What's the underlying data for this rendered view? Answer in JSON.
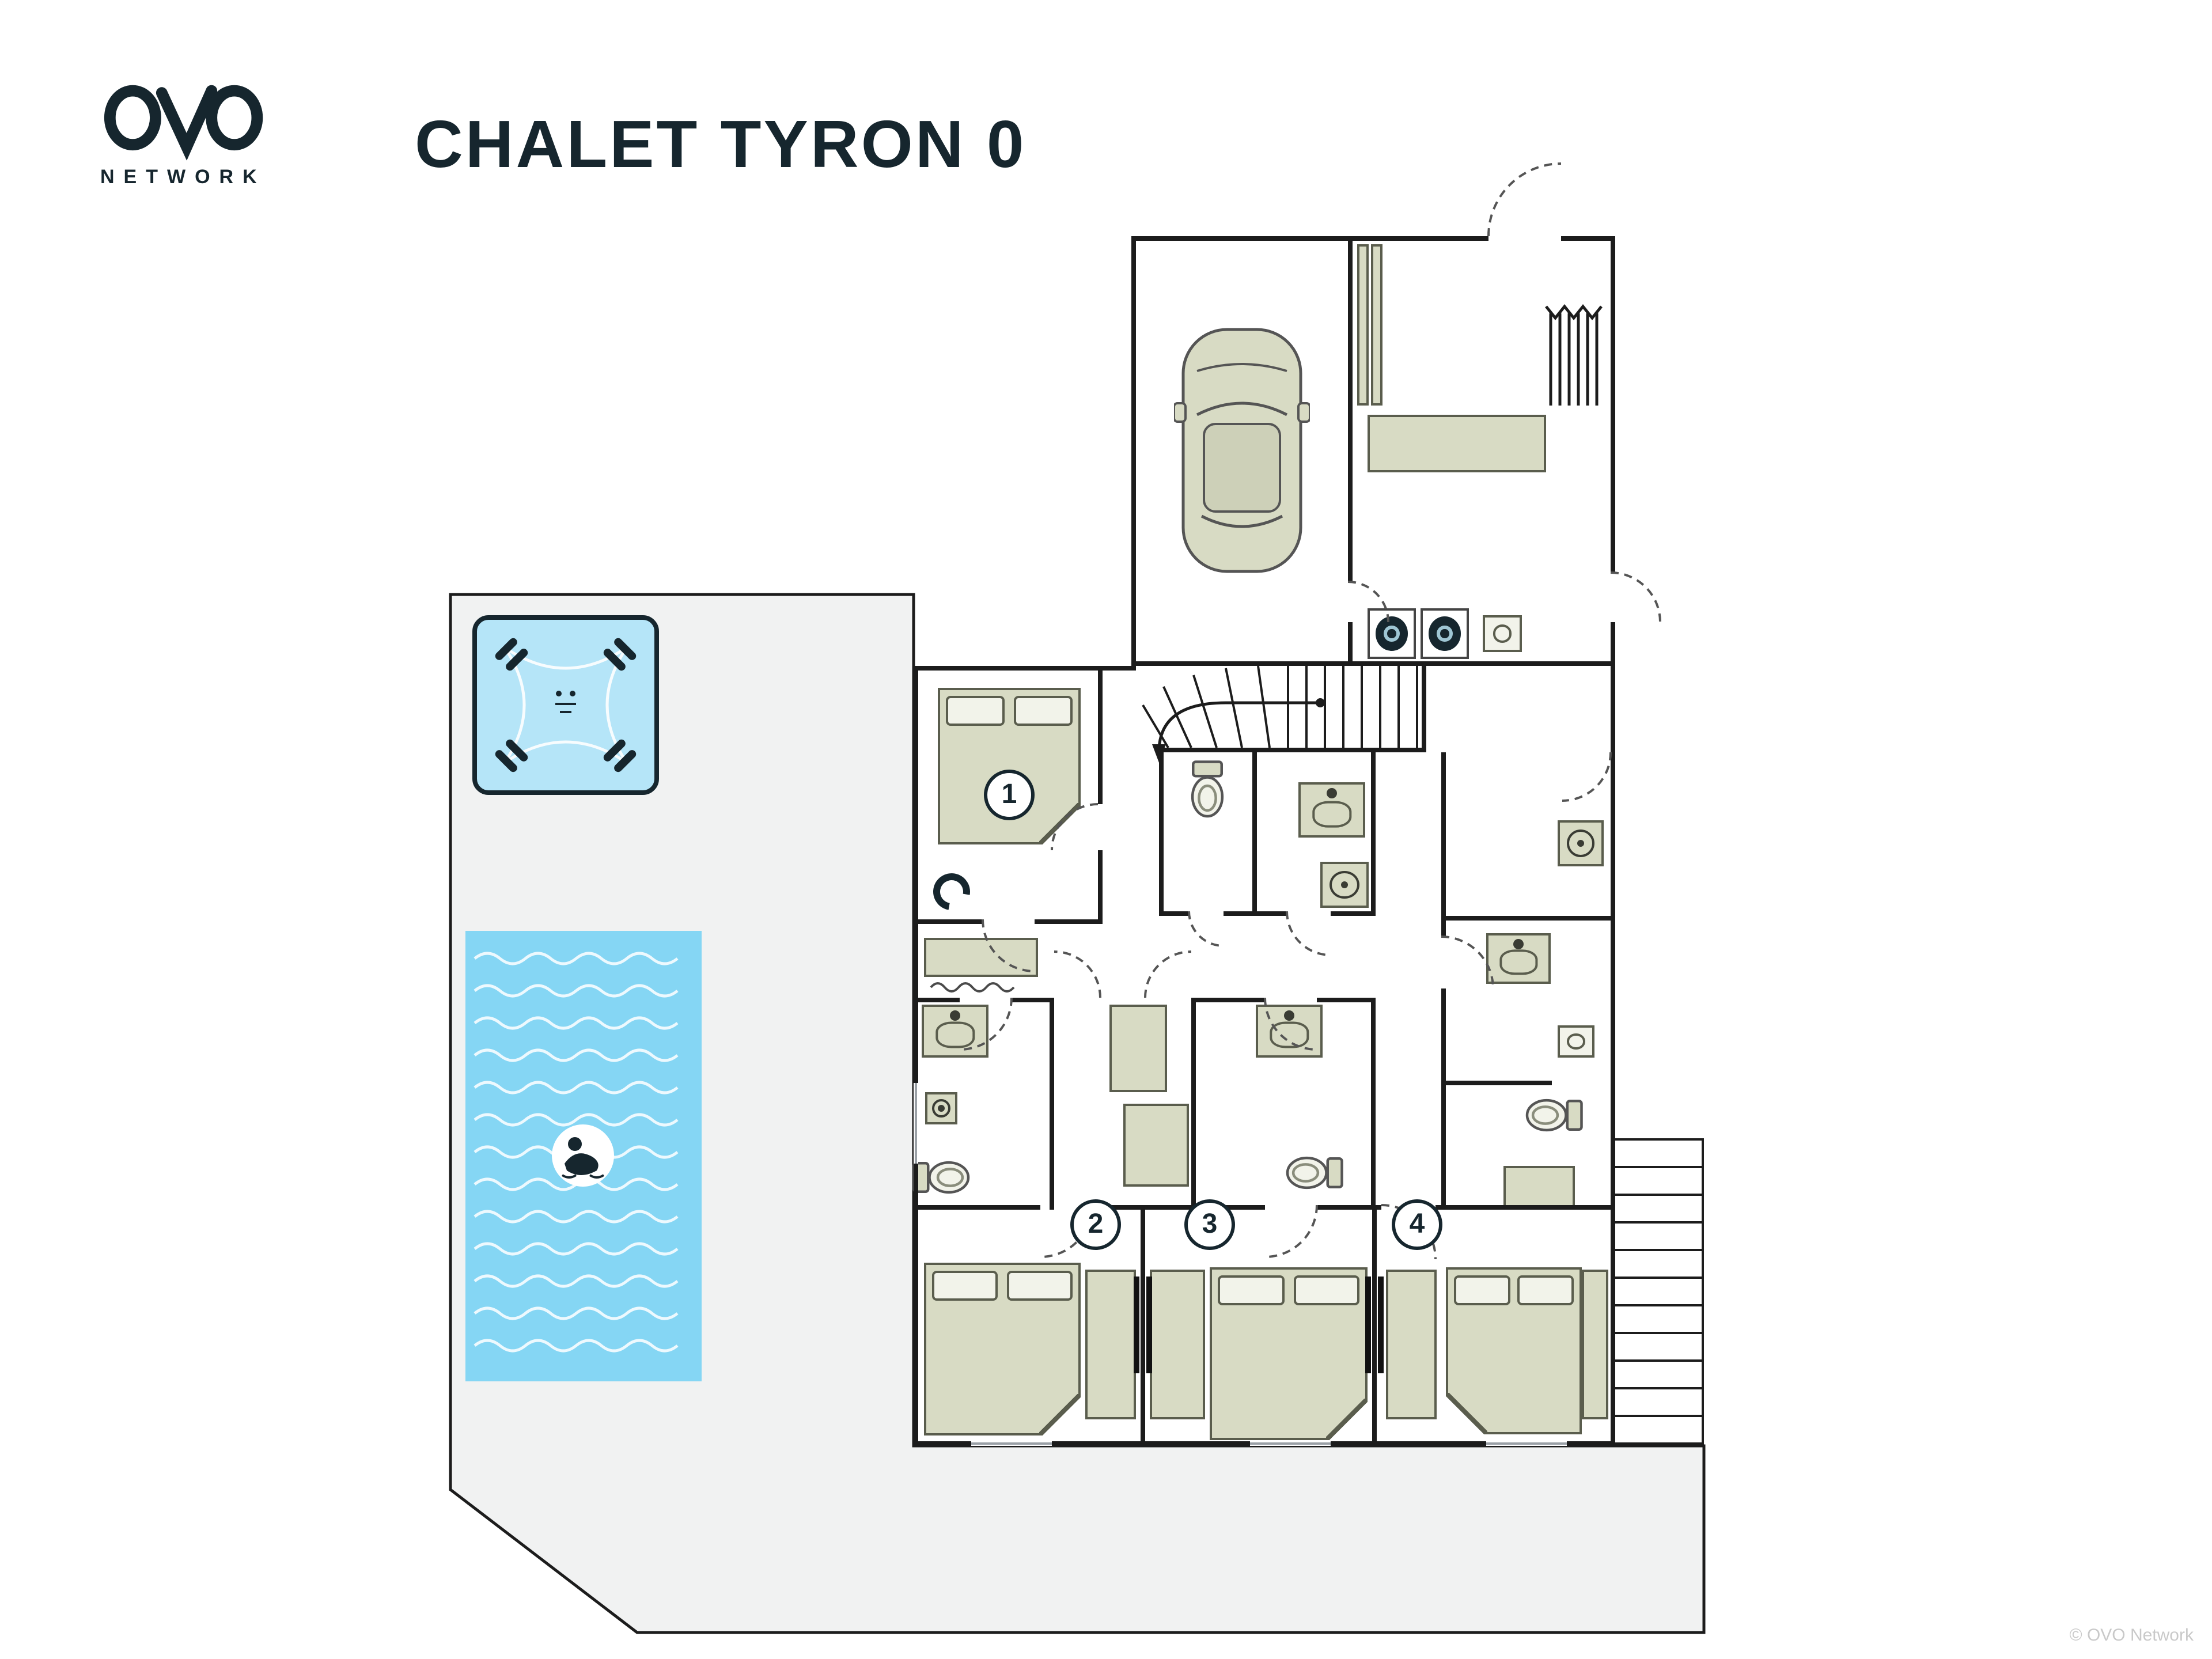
{
  "header": {
    "logo_text": "NETWORK",
    "title": "CHALET TYRON 0"
  },
  "rooms": {
    "bedroom1": "1",
    "bedroom2": "2",
    "bedroom3": "3",
    "bedroom4": "4"
  },
  "footer": {
    "copyright": "© OVO Network"
  },
  "colors": {
    "navy": "#16262e",
    "wall": "#1c1c1c",
    "beige": "#d8dbc4",
    "terrace": "#f1f2f2",
    "pool": "#85d6f4",
    "hottub": "#b5e5f8",
    "outline": "#5a5d4d",
    "muted": "#c9c9c9"
  },
  "icons": [
    "ovo-logo",
    "hot-tub-icon",
    "swimmer-icon",
    "pool-waves",
    "car-icon",
    "ski-rack-icon",
    "washing-machine-icon",
    "sink-icon",
    "hand-basin-icon",
    "toilet-icon",
    "shower-icon",
    "pedestal-sink-icon",
    "stairs-icon",
    "direction-arrow",
    "door-arc",
    "bed",
    "wardrobe",
    "sliding-door-panel",
    "external-stairs",
    "window",
    "wall"
  ]
}
